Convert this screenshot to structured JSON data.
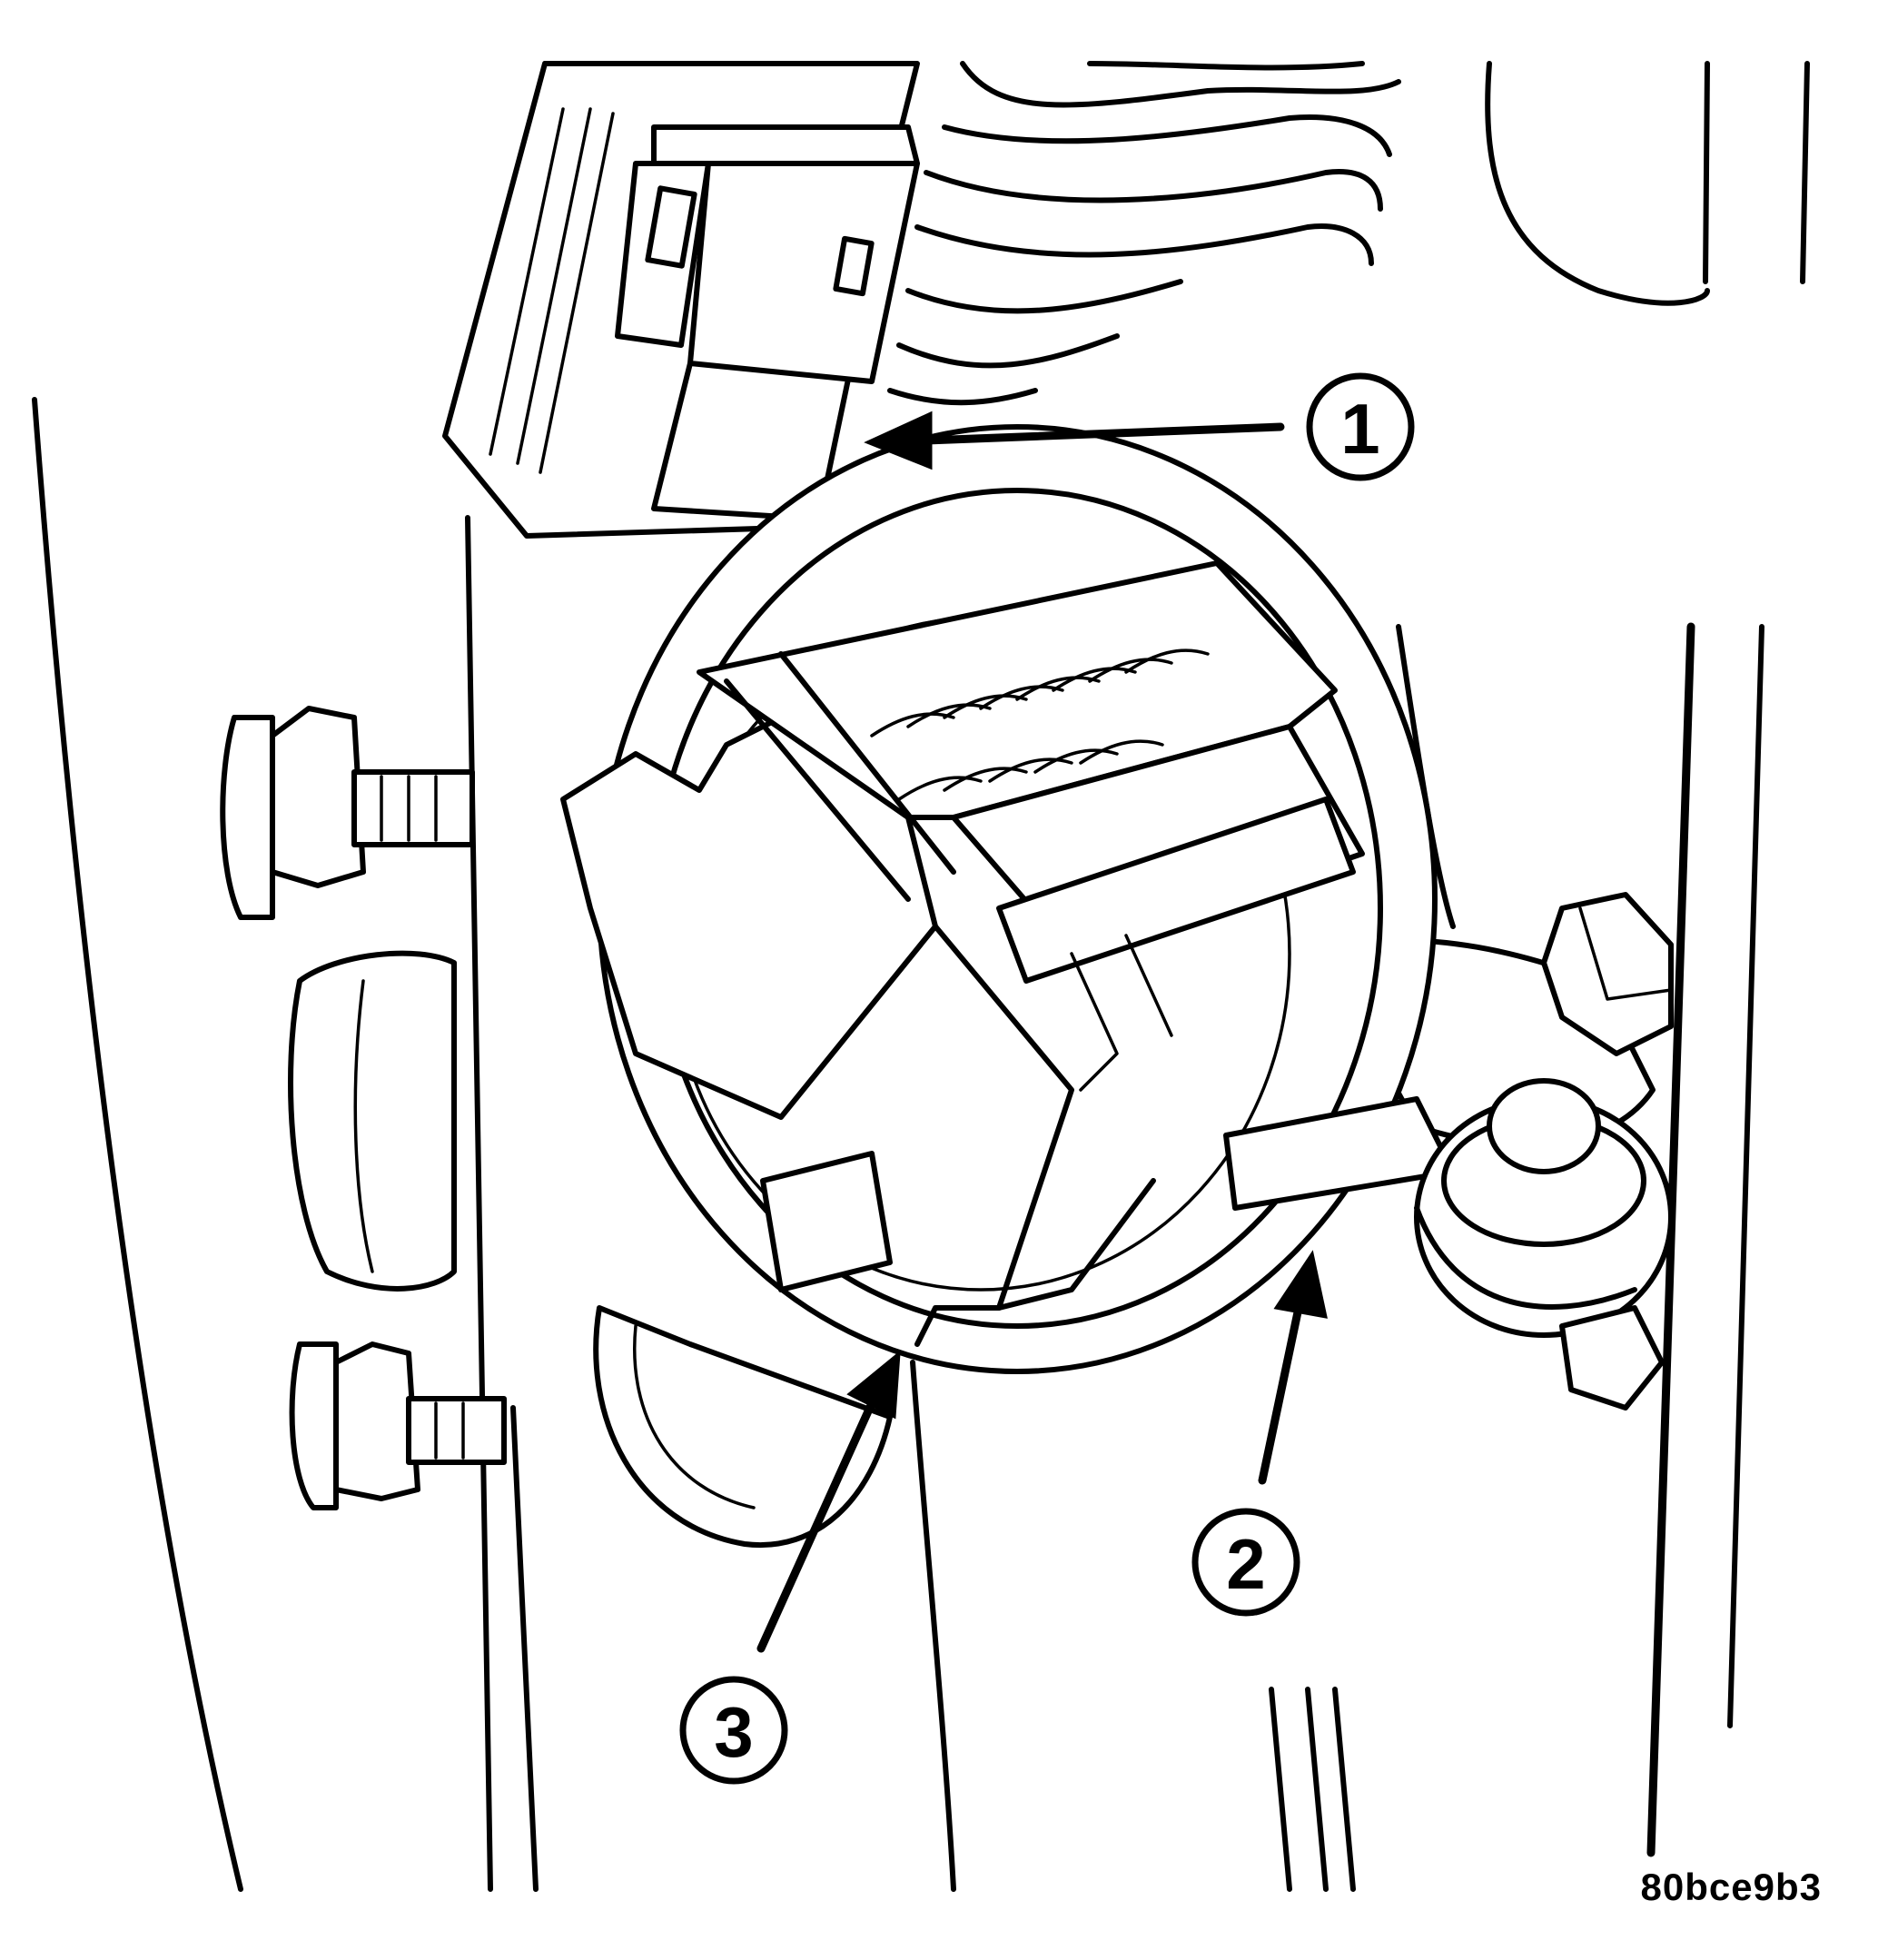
{
  "figure": {
    "id_label": "80bce9b3"
  },
  "callouts": [
    {
      "number": "1"
    },
    {
      "number": "2"
    },
    {
      "number": "3"
    }
  ],
  "colors": {
    "ink": "#000000",
    "background": "#ffffff"
  }
}
